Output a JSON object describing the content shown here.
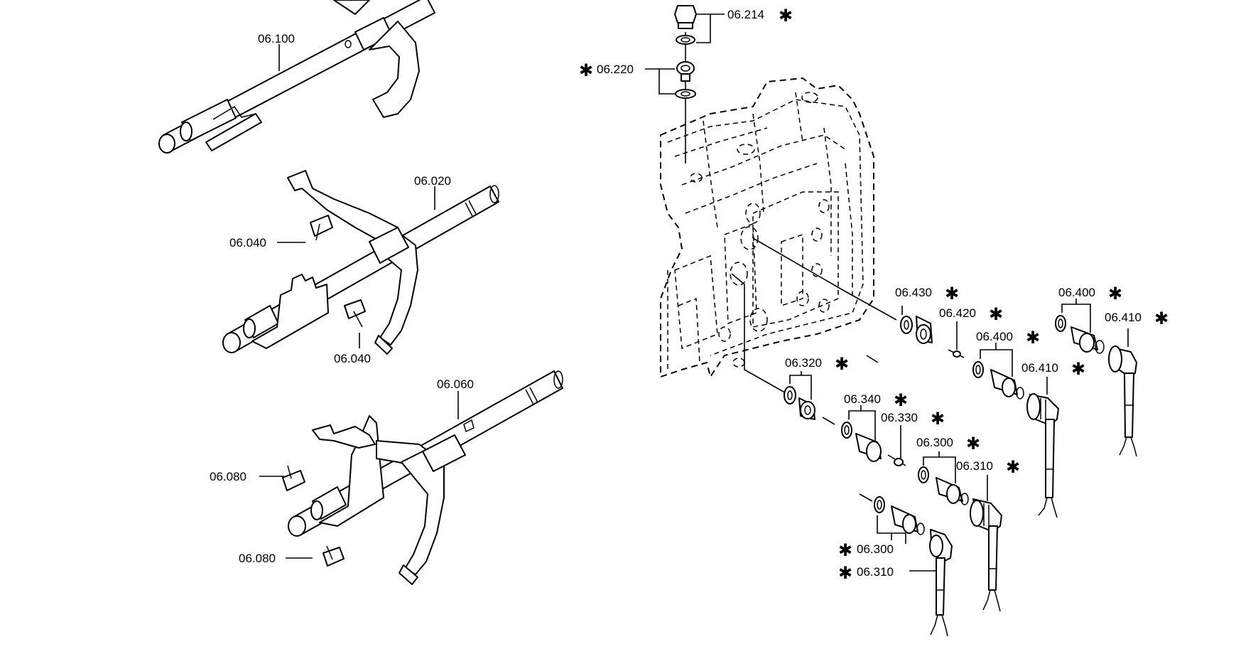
{
  "callouts": [
    {
      "id": "c06100",
      "text": "06.100",
      "star": false
    },
    {
      "id": "c06020",
      "text": "06.020",
      "star": false
    },
    {
      "id": "c06040a",
      "text": "06.040",
      "star": false
    },
    {
      "id": "c06040b",
      "text": "06.040",
      "star": false
    },
    {
      "id": "c06060",
      "text": "06.060",
      "star": false
    },
    {
      "id": "c06080a",
      "text": "06.080",
      "star": false
    },
    {
      "id": "c06080b",
      "text": "06.080",
      "star": false
    },
    {
      "id": "c06214",
      "text": "06.214",
      "star": true
    },
    {
      "id": "c06220",
      "text": "06.220",
      "star": true
    },
    {
      "id": "c06430",
      "text": "06.430",
      "star": true
    },
    {
      "id": "c06420",
      "text": "06.420",
      "star": true
    },
    {
      "id": "c06400a",
      "text": "06.400",
      "star": true
    },
    {
      "id": "c06400b",
      "text": "06.400",
      "star": true
    },
    {
      "id": "c06410a",
      "text": "06.410",
      "star": true
    },
    {
      "id": "c06410b",
      "text": "06.410",
      "star": true
    },
    {
      "id": "c06320",
      "text": "06.320",
      "star": true
    },
    {
      "id": "c06340",
      "text": "06.340",
      "star": true
    },
    {
      "id": "c06330",
      "text": "06.330",
      "star": true
    },
    {
      "id": "c06300a",
      "text": "06.300",
      "star": true
    },
    {
      "id": "c06310a",
      "text": "06.310",
      "star": true
    },
    {
      "id": "c06300b",
      "text": "06.300",
      "star": true
    },
    {
      "id": "c06310b",
      "text": "06.310",
      "star": true
    }
  ],
  "star_symbol": "✱",
  "icons": {
    "shift_rail": "shift-rail-icon",
    "shift_fork": "shift-fork-icon",
    "housing": "transmission-housing-icon",
    "sensor": "sensor-switch-icon",
    "connector": "cable-connector-icon"
  }
}
